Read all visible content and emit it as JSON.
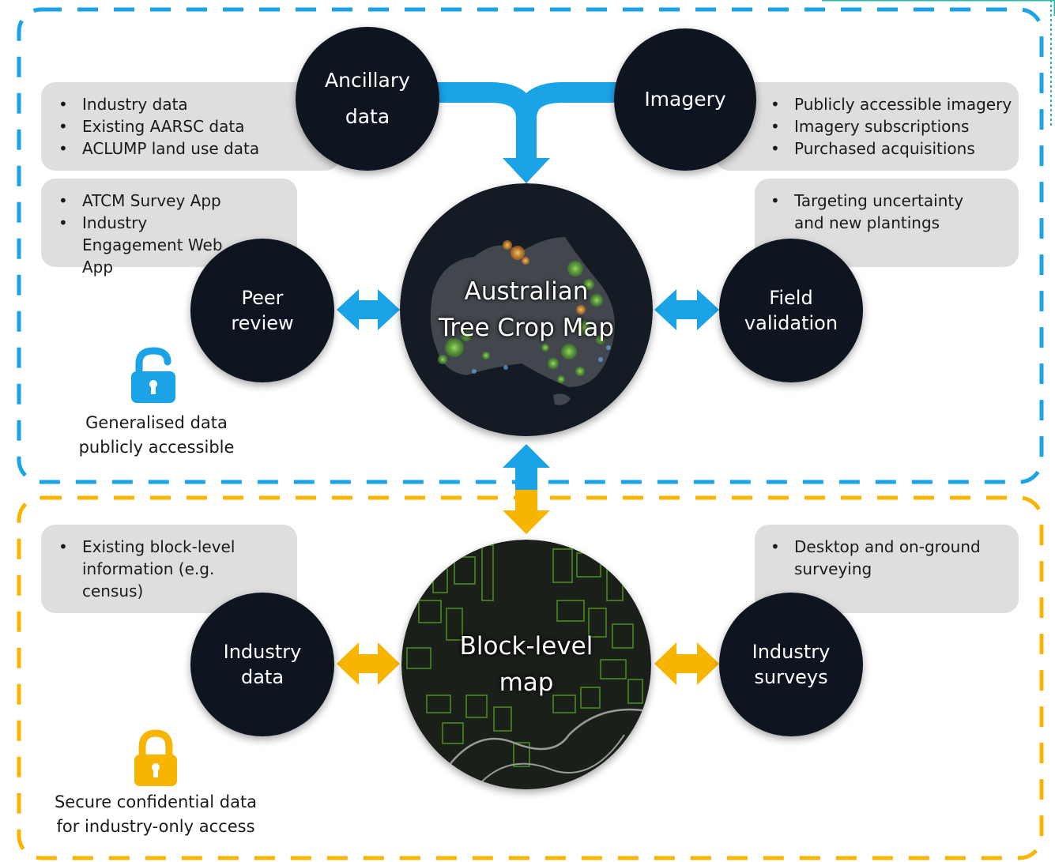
{
  "colors": {
    "public_border": "#1aa3e6",
    "private_border": "#f7b500",
    "node_fill": "#0e1520",
    "box_fill": "#dedede",
    "arrow_blue": "#1aa3e6",
    "arrow_yellow": "#f7b500"
  },
  "nodes": {
    "ancillary": [
      "Ancillary",
      "data"
    ],
    "imagery": [
      "Imagery"
    ],
    "peer_review": [
      "Peer",
      "review"
    ],
    "field_validation": [
      "Field",
      "validation"
    ],
    "atcm": [
      "Australian",
      "Tree Crop Map"
    ],
    "industry_data": [
      "Industry",
      "data"
    ],
    "industry_surveys": [
      "Industry",
      "surveys"
    ],
    "block_map": [
      "Block-level",
      "map"
    ]
  },
  "boxes": {
    "ancillary_items": [
      "Industry data",
      "Existing AARSC data",
      "ACLUMP land use data"
    ],
    "imagery_items": [
      "Publicly accessible imagery",
      "Imagery subscriptions",
      "Purchased acquisitions"
    ],
    "peer_items": [
      "ATCM Survey App",
      "Industry Engagement Web App"
    ],
    "field_items": [
      "Targeting uncertainty and new plantings"
    ],
    "industry_data_items": [
      "Existing block-level information (e.g. census)"
    ],
    "survey_items": [
      "Desktop and on-ground surveying"
    ]
  },
  "captions": {
    "public": [
      "Generalised data",
      "publicly accessible"
    ],
    "private": [
      "Secure confidential data",
      "for industry-only access"
    ]
  },
  "icons": {
    "public": "unlocked-padlock-icon",
    "private": "locked-padlock-icon"
  }
}
